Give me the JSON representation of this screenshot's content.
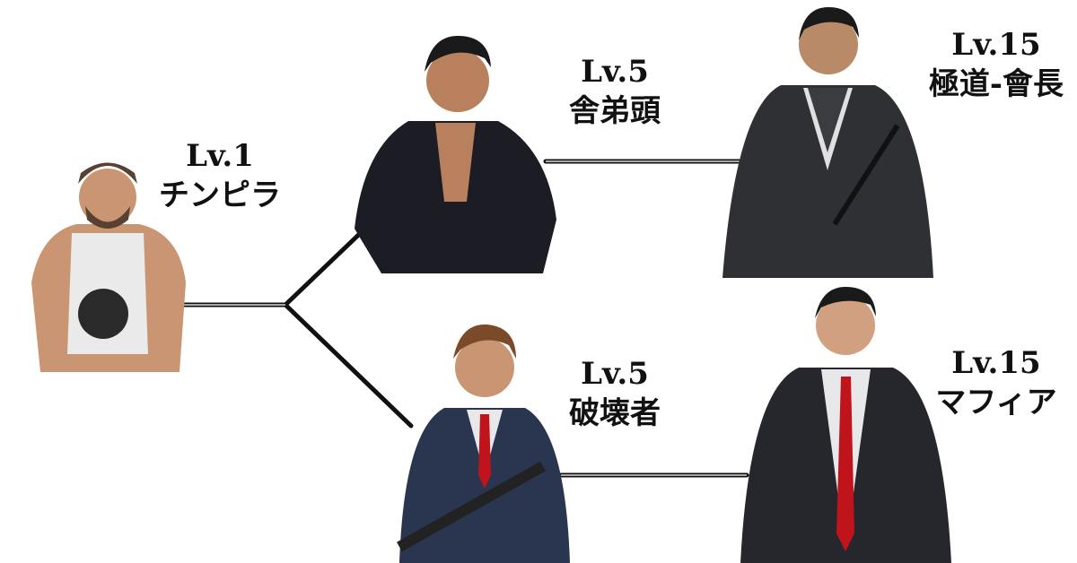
{
  "nodes": [
    {
      "id": "chinpira",
      "level": "Lv.1",
      "title": "チンピラ"
    },
    {
      "id": "shateigashira",
      "level": "Lv.5",
      "title": "舎弟頭"
    },
    {
      "id": "gokudo-kaicho",
      "level": "Lv.15",
      "title": "極道-會長"
    },
    {
      "id": "hakaisha",
      "level": "Lv.5",
      "title": "破壊者"
    },
    {
      "id": "mafia",
      "level": "Lv.15",
      "title": "マフィア"
    }
  ],
  "colors": {
    "line": "#111111",
    "suit": "#2a2f3a",
    "tie": "#c0141c",
    "shirt": "#e8e8ea",
    "skin": "#c99572",
    "hair": "#2b2320"
  }
}
